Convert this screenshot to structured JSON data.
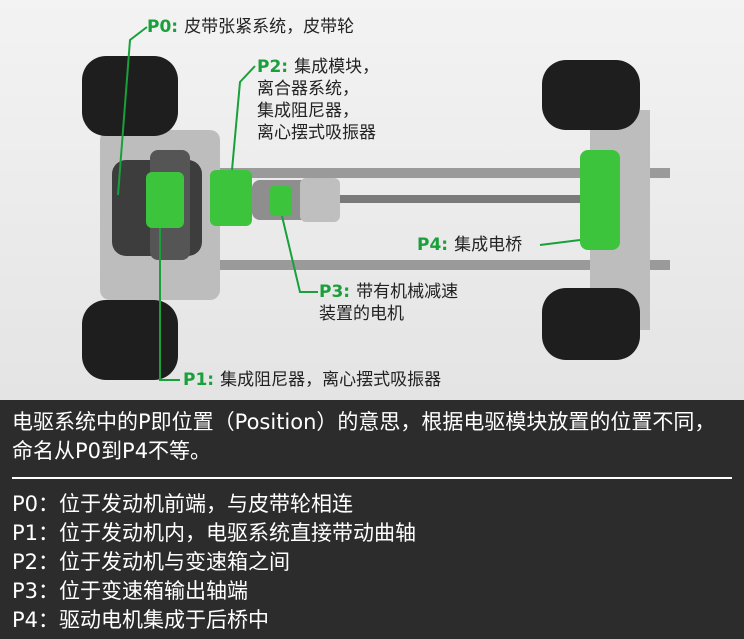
{
  "labels": {
    "p0": {
      "key": "P0:",
      "text": "皮带张紧系统，皮带轮"
    },
    "p2": {
      "key": "P2:",
      "text": "集成模块，\n离合器系统，\n集成阻尼器，\n离心摆式吸振器"
    },
    "p3": {
      "key": "P3:",
      "text": "带有机械减速\n装置的电机"
    },
    "p4": {
      "key": "P4:",
      "text": "集成电桥"
    },
    "p1": {
      "key": "P1:",
      "text": "集成阻尼器，离心摆式吸振器"
    }
  },
  "panel": {
    "intro": "电驱系统中的P即位置（Position）的意思，根据电驱模块放置的位置不同，命名从P0到P4不等。",
    "items": [
      "P0：位于发动机前端，与皮带轮相连",
      "P1：位于发动机内，电驱系统直接带动曲轴",
      "P2：位于发动机与变速箱之间",
      "P3：位于变速箱输出轴端",
      "P4：驱动电机集成于后桥中"
    ]
  },
  "colors": {
    "accent_green": "#19a03a",
    "module_green": "#3cc43c",
    "panel_bg": "#2c2c2c"
  }
}
